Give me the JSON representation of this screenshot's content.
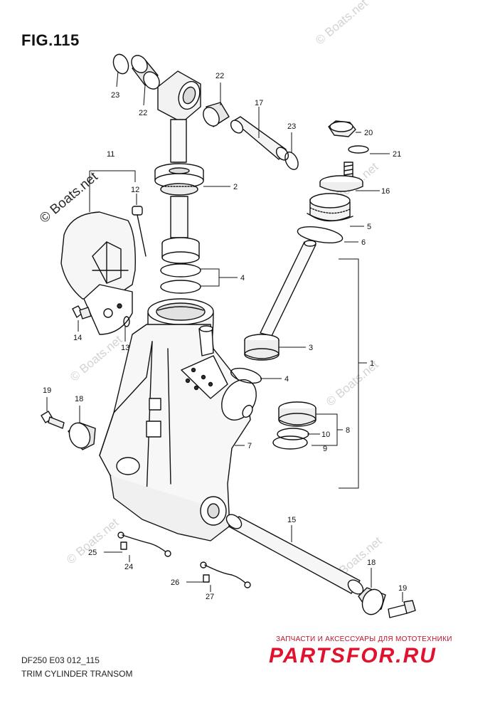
{
  "figure": {
    "title": "FIG.115",
    "code": "DF250 E03 012_115",
    "caption": "TRIM CYLINDER TRANSOM"
  },
  "watermarks": {
    "light": "© Boats.net",
    "dark": "© Boats.net"
  },
  "shop": {
    "caption": "ЗАПЧАСТИ И АКСЕССУАРЫ ДЛЯ МОТОТЕХНИКИ",
    "logo": "PARTSFOR.RU"
  },
  "callouts": {
    "p1": "1",
    "p2": "2",
    "p3": "3",
    "p4a": "4",
    "p4b": "4",
    "p5": "5",
    "p6": "6",
    "p7": "7",
    "p8": "8",
    "p9": "9",
    "p10": "10",
    "p11": "11",
    "p12": "12",
    "p13": "13",
    "p14": "14",
    "p15": "15",
    "p16": "16",
    "p17": "17",
    "p18a": "18",
    "p18b": "18",
    "p19a": "19",
    "p19b": "19",
    "p20": "20",
    "p21": "21",
    "p22a": "22",
    "p22b": "22",
    "p23a": "23",
    "p23b": "23",
    "p24": "24",
    "p25": "25",
    "p26": "26",
    "p27": "27"
  }
}
